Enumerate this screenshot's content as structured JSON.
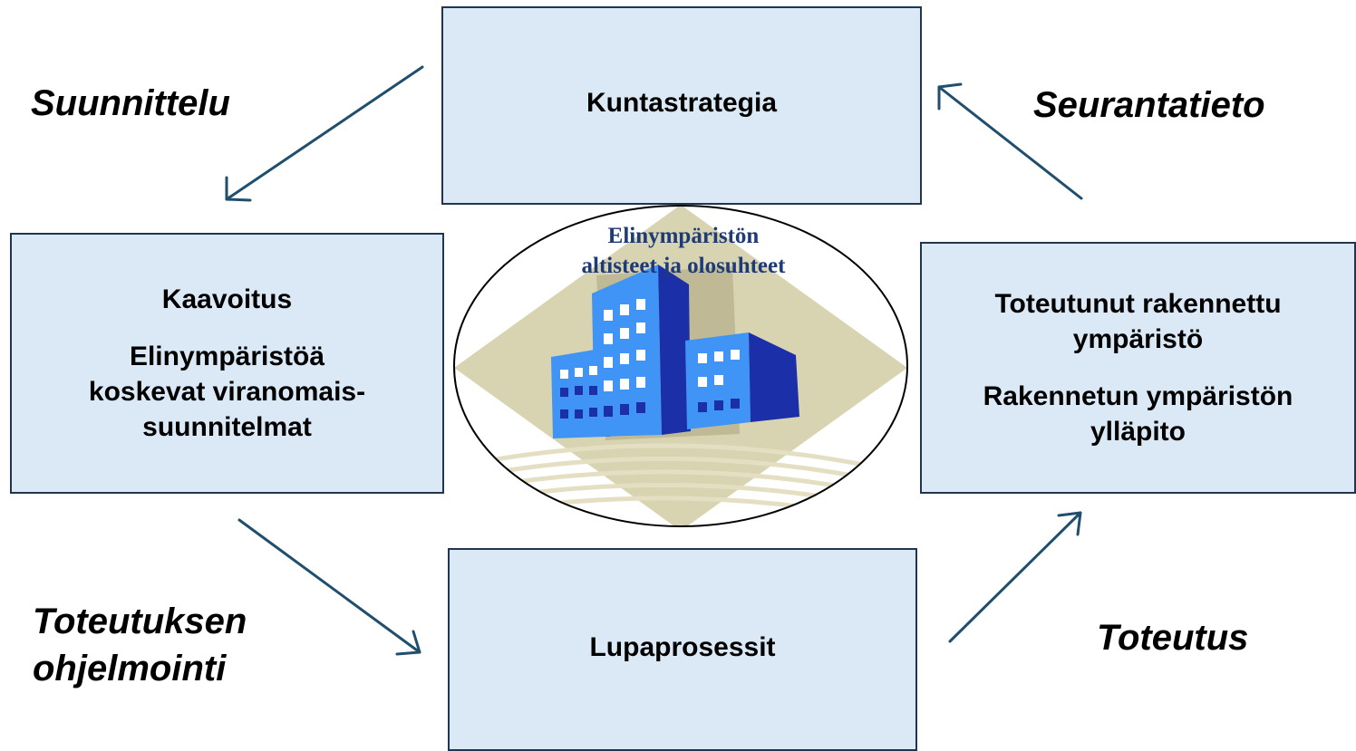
{
  "boxes": {
    "top": {
      "label": "Kuntastrategia"
    },
    "left": {
      "label": "Kaavoitus",
      "sublabel": "Elinympäristöä\nkoskevat viranomais-\nsuunnitelmat"
    },
    "right": {
      "label": "Toteutunut rakennettu\nympäristö",
      "sublabel": "Rakennetun ympäristön\nylläpito"
    },
    "bottom": {
      "label": "Lupaprosessit"
    }
  },
  "phases": {
    "top_left": "Suunnittelu",
    "top_right": "Seurantatieto",
    "bottom_left": "Toteutuksen\nohjelmointi",
    "bottom_right": "Toteutus"
  },
  "center": {
    "title": "Elinympäristön\naltisteet ja olosuhteet",
    "image": "city-buildings-clipart"
  },
  "colors": {
    "box_fill": "#dbe9f7",
    "box_border": "#1f3550",
    "arrow": "#1f4e6e",
    "center_title": "#1f3a78",
    "building_light": "#3f94f5",
    "building_dark": "#1a2fa8",
    "backdrop": "#d8d3b0"
  }
}
